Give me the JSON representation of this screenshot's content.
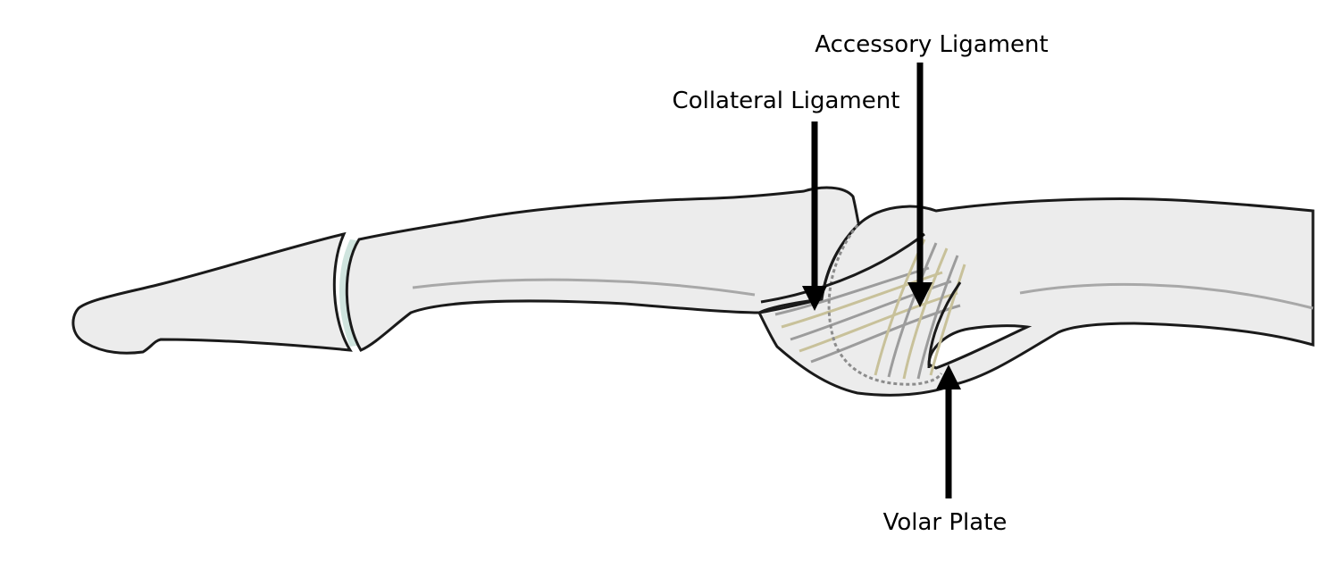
{
  "labels": {
    "accessory_ligament": "Accessory Ligament",
    "collateral_ligament": "Collateral Ligament",
    "volar_plate": "Volar Plate"
  },
  "colors": {
    "bone_fill": "#ececec",
    "bone_outline": "#1a1a1a",
    "cartilage": "#cfe4de",
    "ligament_gray": "#9c9c9c",
    "ligament_tan": "#c8c19a",
    "arrow": "#000000"
  }
}
